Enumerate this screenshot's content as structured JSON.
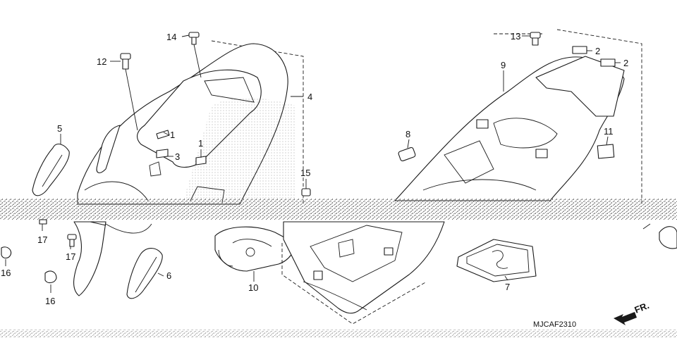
{
  "diagram": {
    "code": "MJCAF2310",
    "direction_label": "FR.",
    "colors": {
      "line": "#1a1a1a",
      "background": "#ffffff",
      "noise": "#6b6b6b"
    },
    "callouts": [
      "1",
      "1",
      "2",
      "2",
      "3",
      "4",
      "5",
      "6",
      "7",
      "8",
      "9",
      "10",
      "11",
      "12",
      "13",
      "14",
      "15",
      "16",
      "16",
      "17",
      "17"
    ]
  }
}
